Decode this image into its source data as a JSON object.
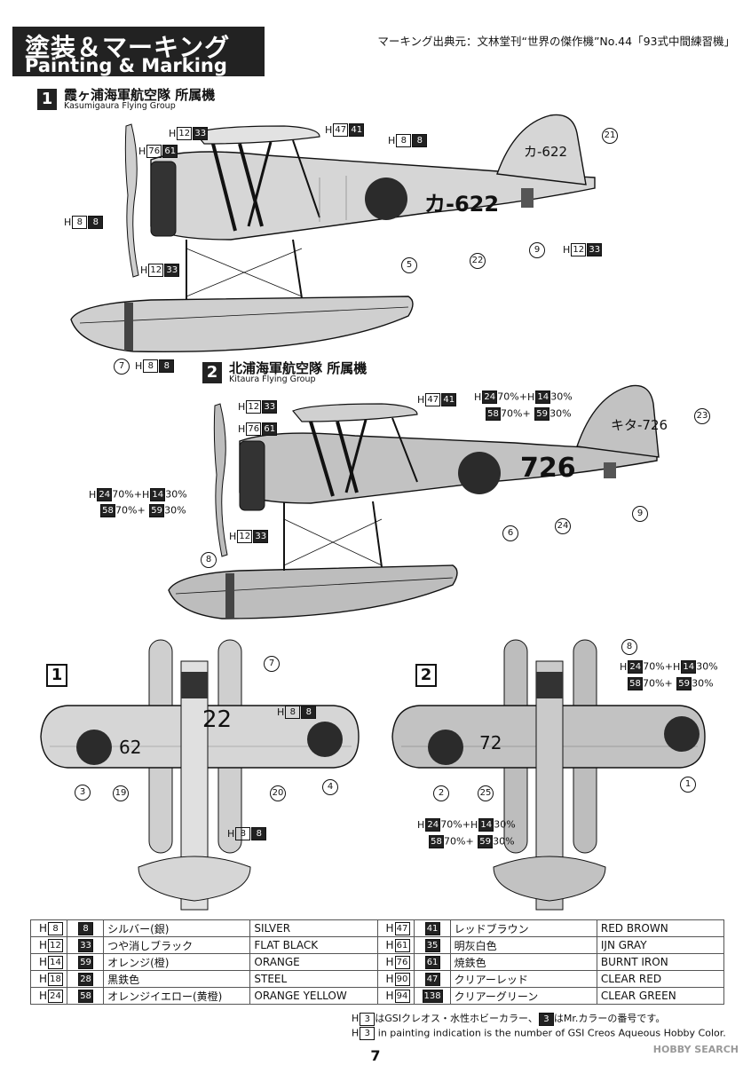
{
  "header": {
    "title_ja": "塗装＆マーキング",
    "title_en": "Painting & Marking",
    "source": "マーキング出典元：文林堂刊“世界の傑作機”No.44「93式中間練習機」"
  },
  "section1": {
    "num": "1",
    "name_ja": "霞ヶ浦海軍航空隊 所属機",
    "name_en": "Kasumigaura Flying Group",
    "fuselage_code": "カ-622",
    "tail_code": "カ-622"
  },
  "section2": {
    "num": "2",
    "name_ja": "北浦海軍航空隊 所属機",
    "name_en": "Kitaura Flying Group",
    "fuselage_code": "726",
    "tail_code": "キタ-726"
  },
  "plan1": {
    "num": "1",
    "wing_left": "62",
    "wing_right": "22"
  },
  "plan2": {
    "num": "2",
    "wing_left": "72"
  },
  "labels": {
    "h": "H",
    "mix_pct70": "70%+",
    "mix_pct70b": "70%+",
    "mix_pct30": "30%"
  },
  "colors": [
    {
      "h": "8",
      "mr": "8",
      "ja": "シルバー(銀)",
      "en": "SILVER",
      "h2": "47",
      "mr2": "41",
      "ja2": "レッドブラウン",
      "en2": "RED BROWN"
    },
    {
      "h": "12",
      "mr": "33",
      "ja": "つや消しブラック",
      "en": "FLAT BLACK",
      "h2": "61",
      "mr2": "35",
      "ja2": "明灰白色",
      "en2": "IJN GRAY"
    },
    {
      "h": "14",
      "mr": "59",
      "ja": "オレンジ(橙)",
      "en": "ORANGE",
      "h2": "76",
      "mr2": "61",
      "ja2": "焼鉄色",
      "en2": "BURNT IRON"
    },
    {
      "h": "18",
      "mr": "28",
      "ja": "黒鉄色",
      "en": "STEEL",
      "h2": "90",
      "mr2": "47",
      "ja2": "クリアーレッド",
      "en2": "CLEAR RED"
    },
    {
      "h": "24",
      "mr": "58",
      "ja": "オレンジイエロー(黄橙)",
      "en": "ORANGE YELLOW",
      "h2": "94",
      "mr2": "138",
      "ja2": "クリアーグリーン",
      "en2": "CLEAR GREEN"
    }
  ],
  "notes": {
    "line1_ja": "はGSIクレオス・水性ホビーカラー、",
    "line1_ja_b": "はMr.カラーの番号です。",
    "line2_en": "in painting indication is the number of GSI Creos Aqueous Hobby Color.",
    "sample_num": "3"
  },
  "page_number": "7",
  "watermark": "HOBBY SEARCH",
  "palette": {
    "gray": "#cfcfcf",
    "dark_gray": "#b9b9b9",
    "hinomaru": "#2b2b2b"
  }
}
